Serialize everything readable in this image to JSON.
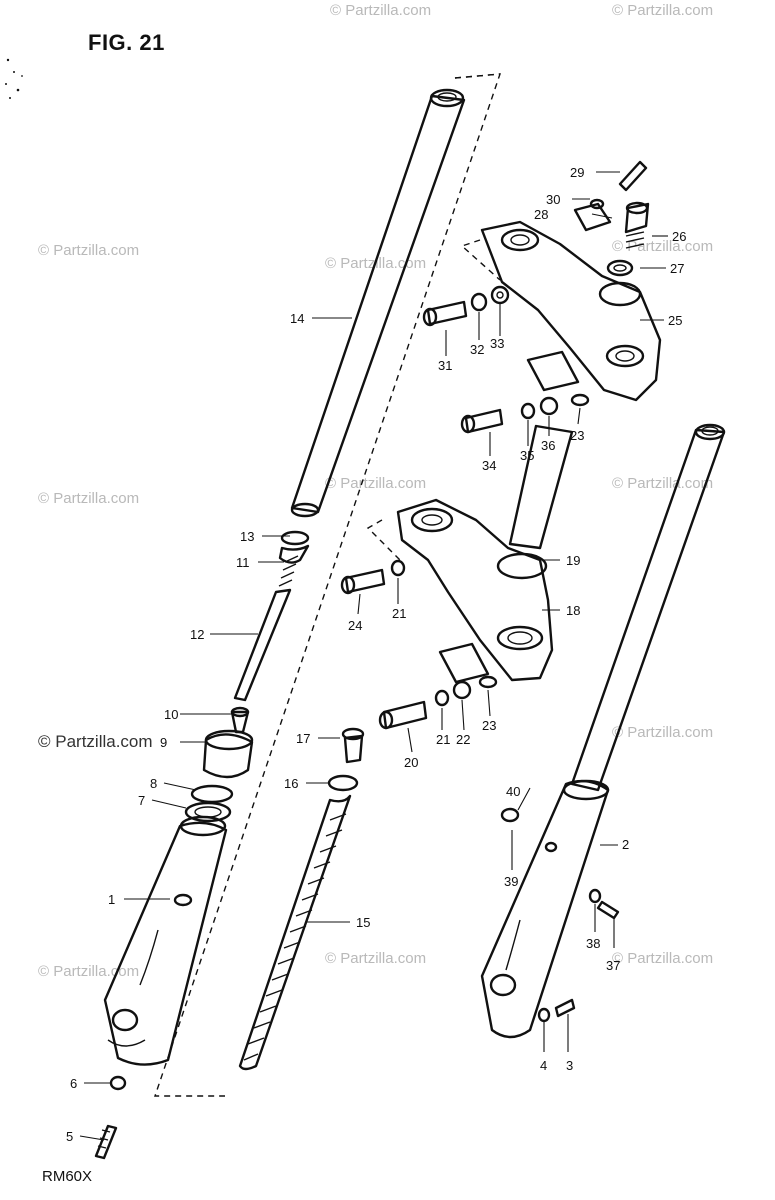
{
  "figure": {
    "title": "FIG. 21",
    "model": "RM60X"
  },
  "watermarks": {
    "text": "© Partzilla.com",
    "dark_text": "© Partzilla.com"
  },
  "callouts": {
    "c1": "1",
    "c2": "2",
    "c3": "3",
    "c4": "4",
    "c5": "5",
    "c6": "6",
    "c7": "7",
    "c8": "8",
    "c9": "9",
    "c10": "10",
    "c11": "11",
    "c12": "12",
    "c13": "13",
    "c14": "14",
    "c15": "15",
    "c16": "16",
    "c17": "17",
    "c18": "18",
    "c19": "19",
    "c20": "20",
    "c21a": "21",
    "c21b": "21",
    "c22": "22",
    "c23a": "23",
    "c23b": "23",
    "c24": "24",
    "c25": "25",
    "c26": "26",
    "c27": "27",
    "c28": "28",
    "c29": "29",
    "c30": "30",
    "c31": "31",
    "c32": "32",
    "c33": "33",
    "c34": "34",
    "c35": "35",
    "c36": "36",
    "c37": "37",
    "c38": "38",
    "c39": "39",
    "c40": "40"
  }
}
